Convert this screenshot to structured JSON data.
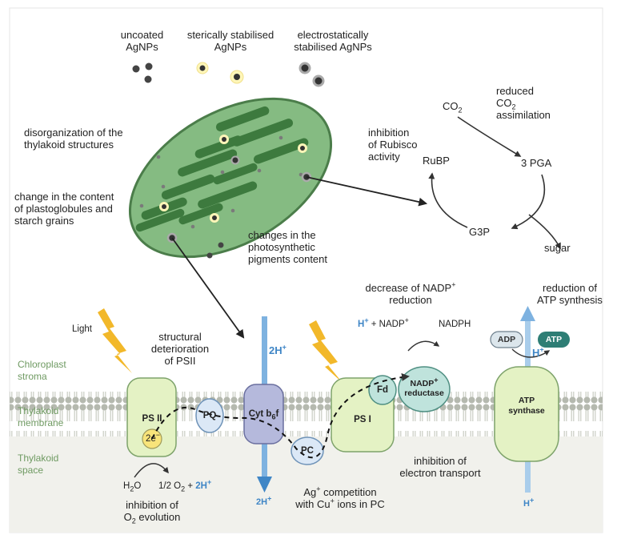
{
  "nanoparticles": {
    "uncoated": "uncoated\nAgNPs",
    "sterically": "sterically stabilised\nAgNPs",
    "electrostatically": "electrostatically\nstabilised AgNPs"
  },
  "chloroplast_effects": {
    "thylakoid": "disorganization of the\nthylakoid structures",
    "plastoglobules": "change in the content\nof plastoglobules and\nstarch grains",
    "pigments": "changes in the\nphotosynthetic\npigments content"
  },
  "calvin": {
    "co2": "CO",
    "co2_sub": "2",
    "reduced_line1": "reduced",
    "reduced_co": "CO",
    "reduced_sub": "2",
    "reduced_line3": "assimilation",
    "rubisco": "inhibition\nof Rubisco\nactivity",
    "rubp": "RuBP",
    "pga": "3 PGA",
    "g3p": "G3P",
    "sugar": "sugar"
  },
  "regions": {
    "stroma": "Chloroplast\nstroma",
    "membrane": "Thylakoid\nmembrane",
    "space": "Thylakoid\nspace"
  },
  "light": "Light",
  "structural": "structural\ndeterioration\nof PSII",
  "complexes": {
    "psii": "PS II",
    "e2": "2e",
    "e2_sup": "−",
    "pq": "PQ",
    "cyt_main": "Cyt b",
    "cyt_sub": "6",
    "cyt_end": "f",
    "pc": "PC",
    "psi": "PS I",
    "fd": "Fd",
    "nadp_reductase_line1": "NADP",
    "nadp_reductase_sup": "+",
    "nadp_reductase_line2": "reductase",
    "atp_synthase": "ATP\nsynthase",
    "adp": "ADP",
    "atp": "ATP"
  },
  "protons": {
    "h_top": "2H",
    "h_top_sup": "+",
    "h_bottom": "2H",
    "h_bottom_sup": "+",
    "h_plus": "H",
    "h_plus_sup": "+",
    "nadp_plus": " + NADP",
    "nadp_plus_sup": "+",
    "nadph": "NADPH",
    "atp_h": "H",
    "atp_h_sup": "+",
    "atp_h_bottom": "H",
    "atp_h_bottom_sup": "+"
  },
  "water": {
    "h2o": "H",
    "h2o_sub": "2",
    "h2o_end": "O",
    "half": "1/2 O",
    "half_sub": "2",
    "plus": " + ",
    "two_h": "2H",
    "two_h_sup": "+"
  },
  "effects": {
    "nadp_decrease_line1": "decrease of NADP",
    "nadp_decrease_sup": "+",
    "nadp_decrease_line2": "reduction",
    "atp_reduction": "reduction of\nATP synthesis",
    "electron_transport": "inhibition of\nelectron transport",
    "o2_line1": "inhibition of",
    "o2_o": "O",
    "o2_sub": "2",
    "o2_end": " evolution",
    "ag_line1": "Ag",
    "ag_sup": "+",
    "ag_line1_end": " competition",
    "ag_line2": "with Cu",
    "ag_line2_sup": "+",
    "ag_line2_end": " ions in PC"
  },
  "colors": {
    "chloroplast_fill": "#85bb82",
    "chloroplast_stroke": "#4b7d4a",
    "grana": "#3d7a3e",
    "membrane_band": "#b5b9af",
    "complex_fill": "#e4f2c4",
    "pq_pc_fill": "#dbe8f6",
    "cyt_fill": "#b5b9dc",
    "fd_fill": "#bfe3dc",
    "atp_fill": "#2e7e75",
    "proton_blue": "#3f86c6",
    "region_green": "#6f9a62",
    "lightning": "#f2b82a"
  }
}
